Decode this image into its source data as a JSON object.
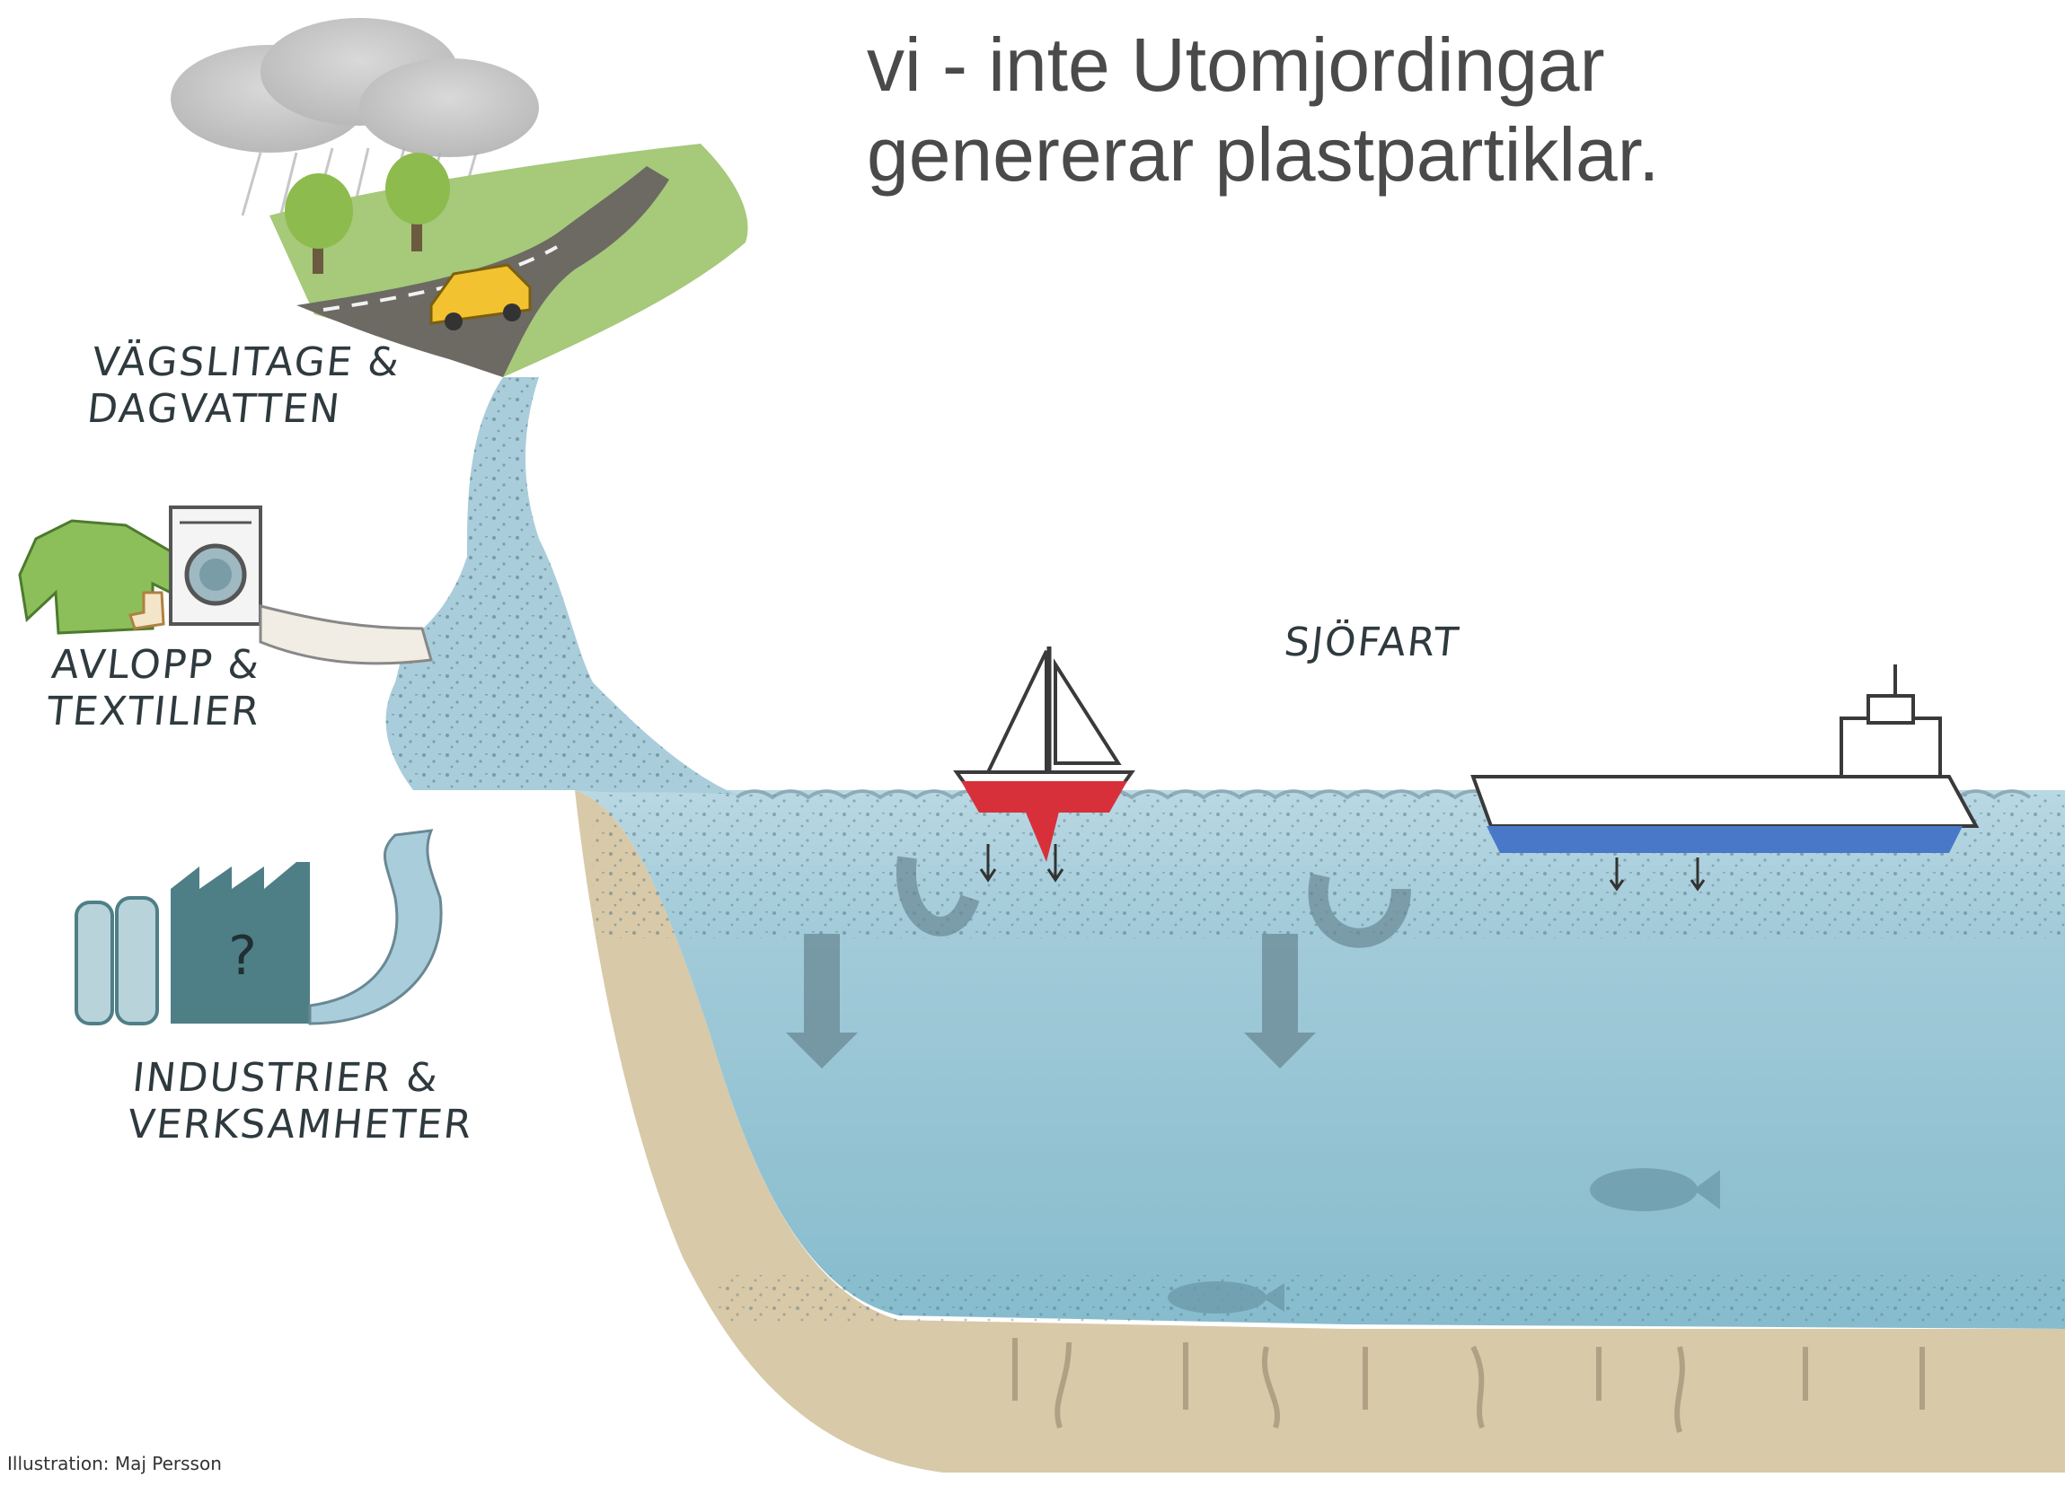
{
  "headline": {
    "line1": "vi - inte Utomjordingar",
    "line2": "genererar plastpartiklar."
  },
  "labels": {
    "road": {
      "line1": "VÄGSLITAGE &",
      "line2": "DAGVATTEN"
    },
    "sewage": {
      "line1": "AVLOPP &",
      "line2": "TEXTILIER"
    },
    "industry": {
      "line1": "INDUSTRIER &",
      "line2": "VERKSAMHETER"
    },
    "shipping": "SJÖFART",
    "factory_mark": "?"
  },
  "credit": "Illustration: Maj Persson",
  "colors": {
    "water_surface": "#a9cdda",
    "water_deep": "#8dbfd0",
    "seabed": "#d8c9a8",
    "grass": "#a6c97a",
    "road": "#6c6a63",
    "car": "#f2c230",
    "sweater": "#8cbf5a",
    "factory": "#4f7f86",
    "boat_hull": "#d8303a",
    "ship_hull": "#4a78c8",
    "headline_text": "#4a4a4a"
  }
}
